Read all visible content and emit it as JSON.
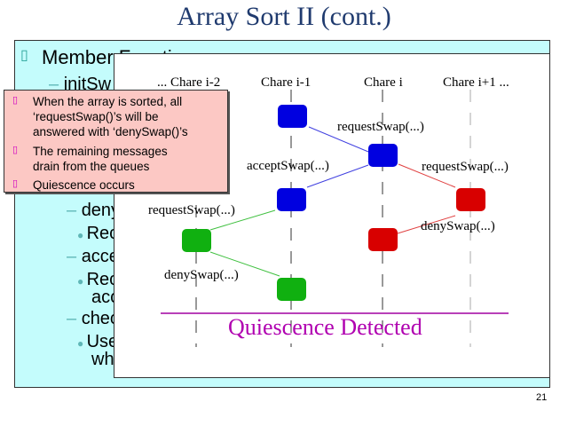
{
  "slide": {
    "title": "Array Sort II (cont.)",
    "page_number": "21"
  },
  "main_list": {
    "heading": "Member Functions",
    "items": [
      {
        "level": 2,
        "text": "initSw"
      },
      {
        "level": 2,
        "text": "denyS"
      },
      {
        "level": 3,
        "text": "Rec"
      },
      {
        "level": 2,
        "text": "accep"
      },
      {
        "level": 3,
        "text": "Rec"
      },
      {
        "level": 3,
        "text": "acc"
      },
      {
        "level": 2,
        "text": "check"
      },
      {
        "level": 3,
        "text": "Use"
      },
      {
        "level": 3,
        "text": "whi"
      }
    ]
  },
  "callout": {
    "bullets": [
      {
        "lines": [
          "When the array is sorted, all",
          "‘requestSwap()’s will be",
          "answered with ‘denySwap()’s"
        ]
      },
      {
        "lines": [
          "The remaining messages",
          "drain from the queues"
        ]
      },
      {
        "lines": [
          "Quiescence occurs"
        ]
      }
    ]
  },
  "diagram": {
    "columns": [
      "... Chare i-2",
      "Chare i-1",
      "Chare i",
      "Chare i+1  ..."
    ],
    "colors": {
      "blue": "#0000e0",
      "red": "#d80000",
      "green": "#10b010",
      "purple": "#a000a0"
    },
    "messages": [
      {
        "label": "requestSwap(...)",
        "color": "blue"
      },
      {
        "label": "acceptSwap(...)",
        "color": "blue"
      },
      {
        "label": "requestSwap(...)",
        "color": "red"
      },
      {
        "label": "requestSwap(...)",
        "color": "green"
      },
      {
        "label": "denySwap(...)",
        "color": "red"
      },
      {
        "label": "denySwap(...)",
        "color": "green"
      }
    ],
    "footer": "Quiescence Detected"
  }
}
